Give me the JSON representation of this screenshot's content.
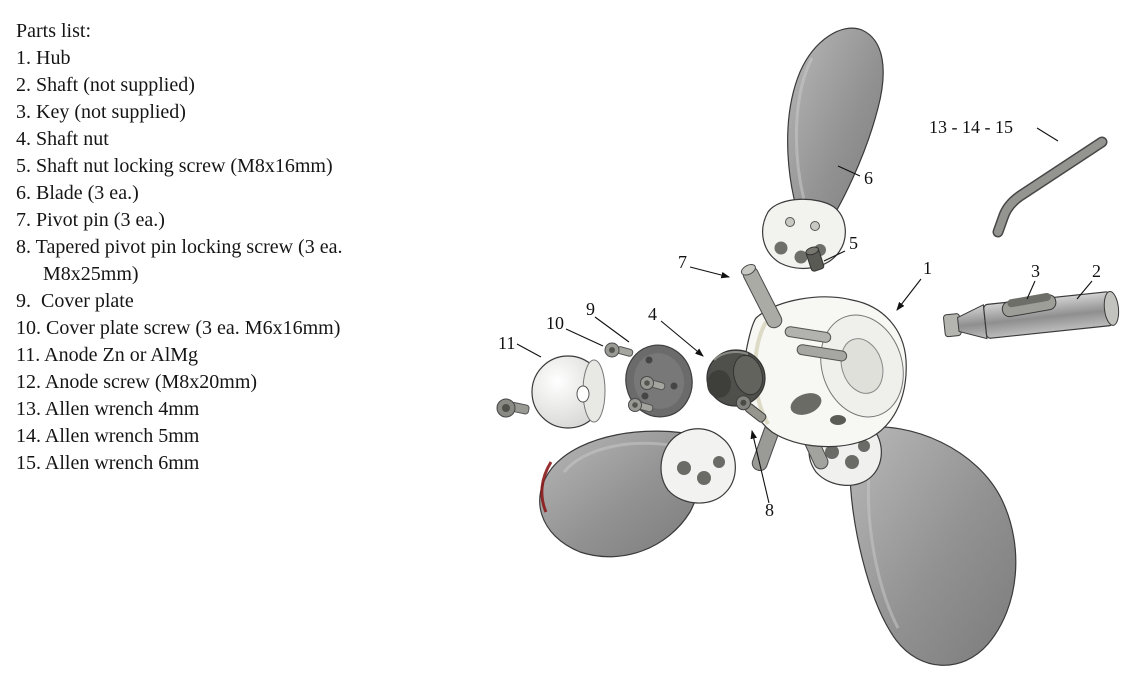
{
  "page": {
    "background": "#ffffff"
  },
  "colors": {
    "blade_gray": "#8e8e8e",
    "dark_part": "#4f4f4b",
    "accent_red": "#8b1a1a",
    "text": "#151515"
  },
  "parts_list": {
    "title": "Parts list:",
    "items": [
      "1. Hub",
      "2. Shaft (not supplied)",
      "3. Key (not supplied)",
      "4. Shaft nut",
      "5. Shaft nut locking screw (M8x16mm)",
      "6. Blade (3 ea.)",
      "7. Pivot pin (3 ea.)",
      "8. Tapered pivot pin locking screw (3 ea. M8x25mm)",
      "9.  Cover plate",
      "10. Cover plate screw (3 ea. M6x16mm)",
      "11. Anode Zn or AlMg",
      "12. Anode screw (M8x20mm)",
      "13. Allen wrench 4mm",
      "14. Allen wrench 5mm",
      "15. Allen wrench 6mm"
    ]
  },
  "diagram": {
    "callouts": {
      "hub": "1",
      "shaft": "2",
      "key": "3",
      "shaft_nut": "4",
      "locking_screw": "5",
      "blade": "6",
      "pivot_pin": "7",
      "tapered_screw": "8",
      "cover_plate": "9",
      "cover_plate_screw": "10",
      "anode": "11",
      "allen_wrenches": "13 - 14 - 15"
    }
  }
}
